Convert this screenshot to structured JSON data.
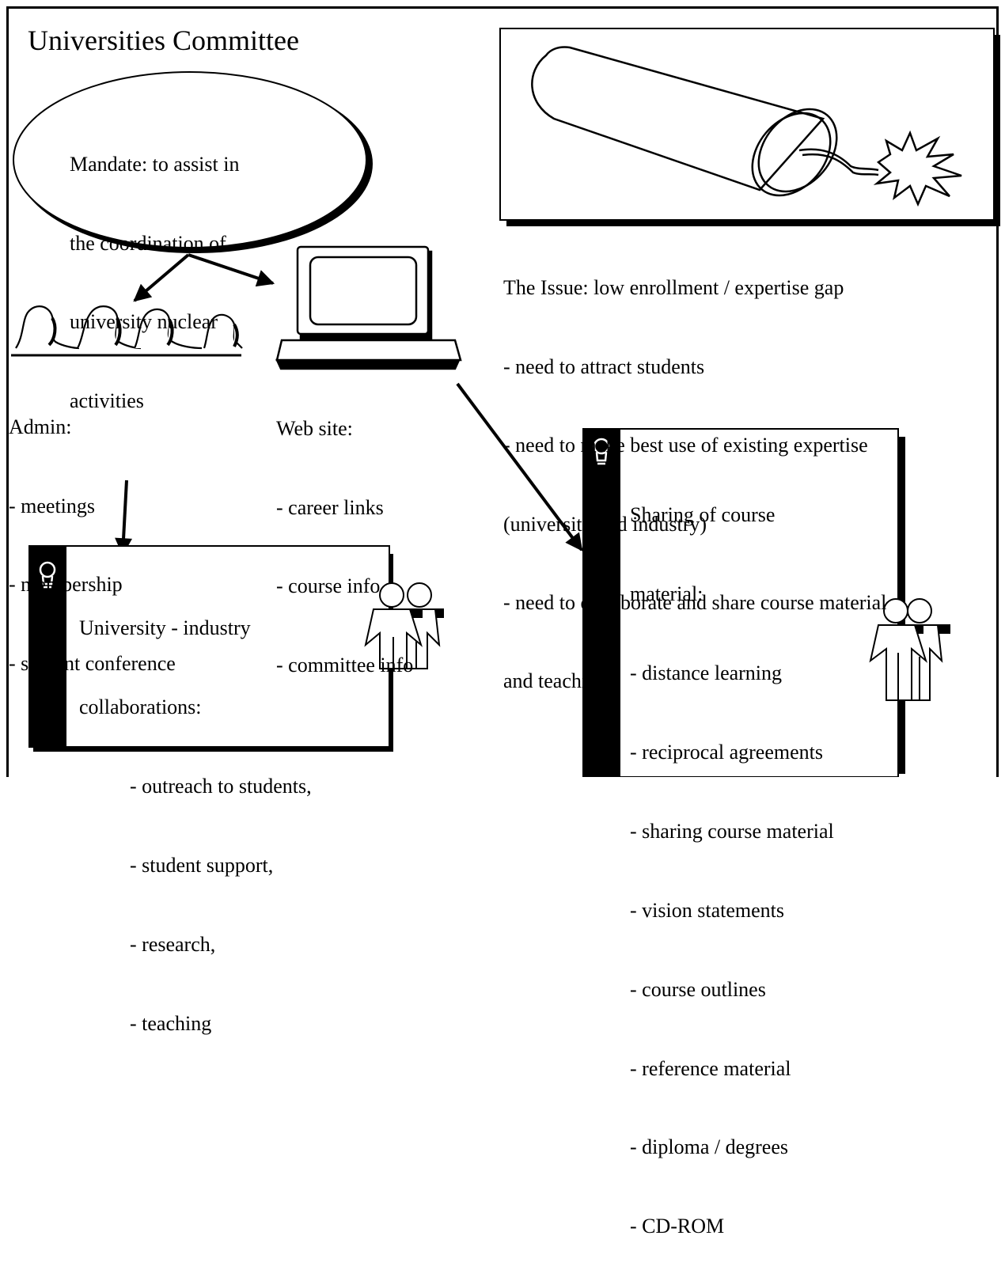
{
  "title": "Universities Committee",
  "mandate": {
    "lines": [
      "Mandate: to assist in",
      "the coordination of",
      "university nuclear",
      "activities"
    ]
  },
  "issue": {
    "lines": [
      "The Issue: low enrollment / expertise gap",
      "- need to attract students",
      "- need to make best use of existing expertise",
      "(university and industry)",
      "- need to collaborate and share course material",
      "and teaching"
    ]
  },
  "admin": {
    "lines": [
      "Admin:",
      "- meetings",
      "- membership",
      "- student conference"
    ]
  },
  "website": {
    "lines": [
      "Web site:",
      "- career links",
      "- course info",
      "- committee info"
    ]
  },
  "collab": {
    "heading": [
      "University - industry",
      "collaborations:"
    ],
    "items": [
      "- outreach to students,",
      "- student support,",
      "- research,",
      "- teaching"
    ]
  },
  "sharing": {
    "heading": [
      "Sharing of course",
      "material:"
    ],
    "items": [
      "- distance learning",
      "- reciprocal agreements",
      "- sharing course material",
      "- vision statements",
      "- course outlines",
      "- reference material",
      "- diploma / degrees",
      "- CD-ROM"
    ]
  },
  "icons": [
    "dynamite-icon",
    "people-group-icon",
    "laptop-icon",
    "lightbulb-icon",
    "two-people-icon"
  ]
}
